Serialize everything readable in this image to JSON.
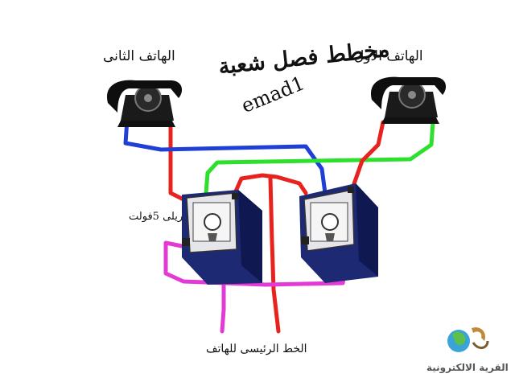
{
  "diagram": {
    "title": "مخطط فصل شعبة",
    "author": "emad1",
    "phone_1_label": "الهاتف الاول",
    "phone_2_label": "الهاتف الثانى",
    "relay_label": "ريلى 5فولت",
    "main_line_label": "الخط الرئيسى للهاتف",
    "logo_text": "القرية الالكترونية"
  },
  "wire_colors": {
    "red": "#e8231e",
    "blue": "#1f3fd6",
    "green": "#2ee02e",
    "magenta": "#e33ad6"
  },
  "icons": [
    "telephone-icon",
    "relay-icon",
    "globe-logo-icon"
  ]
}
